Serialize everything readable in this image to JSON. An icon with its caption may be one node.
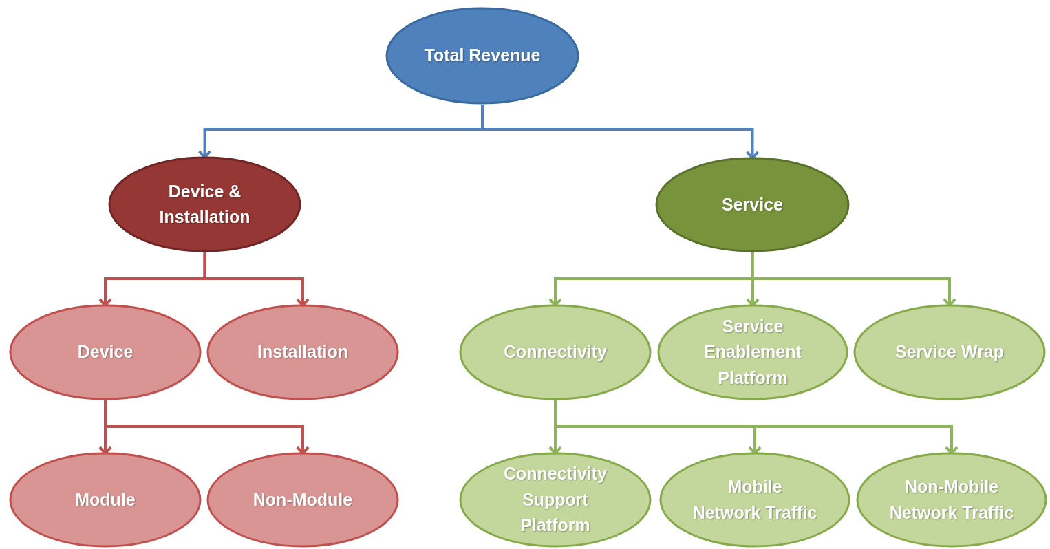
{
  "diagram": {
    "nodes": [
      {
        "text": [
          "Total Revenue"
        ]
      },
      {
        "text": [
          "Device & Installation"
        ]
      },
      {
        "text": [
          "Service"
        ]
      },
      {
        "text": [
          "Device"
        ]
      },
      {
        "text": [
          "Installation"
        ]
      },
      {
        "text": [
          "Connectivity"
        ]
      },
      {
        "text": [
          "Service Enablement Platform"
        ]
      },
      {
        "text": [
          "Service Wrap"
        ]
      },
      {
        "text": [
          "Module"
        ]
      },
      {
        "text": [
          "Non-Module"
        ]
      },
      {
        "text": [
          "Connectivity Support Platform"
        ]
      },
      {
        "text": [
          "Mobile Network Traffic"
        ]
      },
      {
        "text": [
          "Non-Mobile Network Traffic"
        ]
      }
    ],
    "edges": [
      {
        "from": 0,
        "to": 1,
        "arrow": "to",
        "color": "#4f81bd"
      },
      {
        "from": 0,
        "to": 2,
        "arrow": "to",
        "color": "#4f81bd"
      },
      {
        "from": 1,
        "to": 3,
        "arrow": "to",
        "color": "#c0504d"
      },
      {
        "from": 1,
        "to": 4,
        "arrow": "to",
        "color": "#c0504d"
      },
      {
        "from": 2,
        "to": 5,
        "arrow": "to"
      },
      {
        "from": 2,
        "to": 6,
        "arrow": "to"
      },
      {
        "from": 2,
        "to": 7,
        "arrow": "to"
      },
      {
        "from": 3,
        "to": 8,
        "arrow": "to",
        "color": "#c0504d"
      },
      {
        "from": 3,
        "to": 9,
        "arrow": "to",
        "color": "#c0504d"
      },
      {
        "from": 5,
        "to": 10,
        "arrow": "to"
      },
      {
        "from": 5,
        "to": 11,
        "arrow": "to"
      },
      {
        "from": 5,
        "to": 12,
        "arrow": "to"
      }
    ]
  }
}
